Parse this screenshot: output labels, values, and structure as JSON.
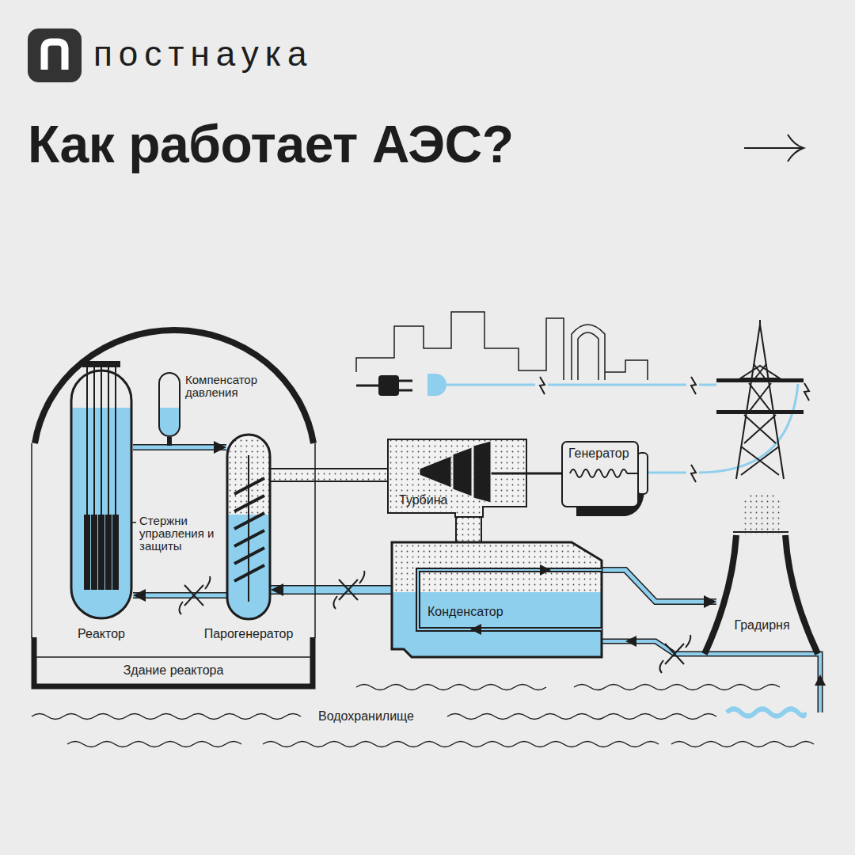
{
  "diagram": {
    "title": "Как работает АЭС?",
    "nodes": [
      {
        "text": [
          "Здание реактора"
        ]
      },
      {
        "text": [
          "Реактор"
        ],
        "in": 0
      },
      {
        "text": [
          "Компенсатор давления"
        ],
        "in": 0
      },
      {
        "text": [
          "Парогенератор"
        ],
        "in": 0
      },
      {
        "text": [
          "Турбина"
        ]
      },
      {
        "text": [
          "Генератор"
        ]
      },
      {
        "text": [
          "Конденсатор"
        ]
      },
      {
        "text": [
          "Градирня"
        ]
      }
    ],
    "edges": [
      {
        "from": 1,
        "to": 3,
        "arrow": "to"
      },
      {
        "from": 3,
        "to": 1,
        "arrow": "to"
      },
      {
        "from": 3,
        "to": 4,
        "arrow": "none"
      },
      {
        "from": 4,
        "to": 6,
        "arrow": "none"
      },
      {
        "from": 6,
        "to": 3,
        "arrow": "to"
      },
      {
        "from": 4,
        "to": 5,
        "arrow": "none"
      },
      {
        "from": 6,
        "to": 7,
        "arrow": "to"
      }
    ],
    "labels": [
      "постнаука",
      "Стержни управления и защиты",
      "Водохранилище"
    ]
  }
}
